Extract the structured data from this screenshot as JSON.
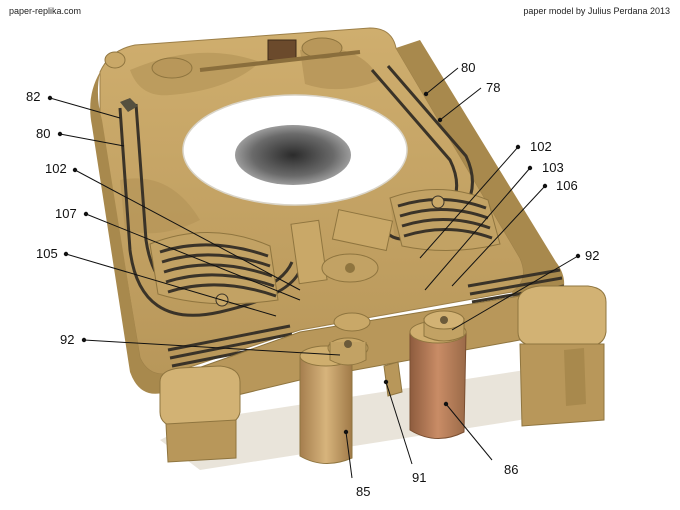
{
  "header": {
    "site": "paper-replika.com",
    "credit": "paper model by Julius Perdana 2013"
  },
  "colors": {
    "hull": "#c9a868",
    "hull_dark": "#a8894d",
    "camo": "#b39357",
    "mesh": "#3a3328",
    "cutout": "#ffffff",
    "exhaust_rust": "#b07a52"
  },
  "callouts": [
    {
      "id": "80-top",
      "text": "80"
    },
    {
      "id": "78",
      "text": "78"
    },
    {
      "id": "82",
      "text": "82"
    },
    {
      "id": "80-left",
      "text": "80"
    },
    {
      "id": "102-left",
      "text": "102"
    },
    {
      "id": "102-right",
      "text": "102"
    },
    {
      "id": "103",
      "text": "103"
    },
    {
      "id": "106",
      "text": "106"
    },
    {
      "id": "107",
      "text": "107"
    },
    {
      "id": "105",
      "text": "105"
    },
    {
      "id": "92-right",
      "text": "92"
    },
    {
      "id": "92-left",
      "text": "92"
    },
    {
      "id": "85",
      "text": "85"
    },
    {
      "id": "91",
      "text": "91"
    },
    {
      "id": "86",
      "text": "86"
    }
  ]
}
